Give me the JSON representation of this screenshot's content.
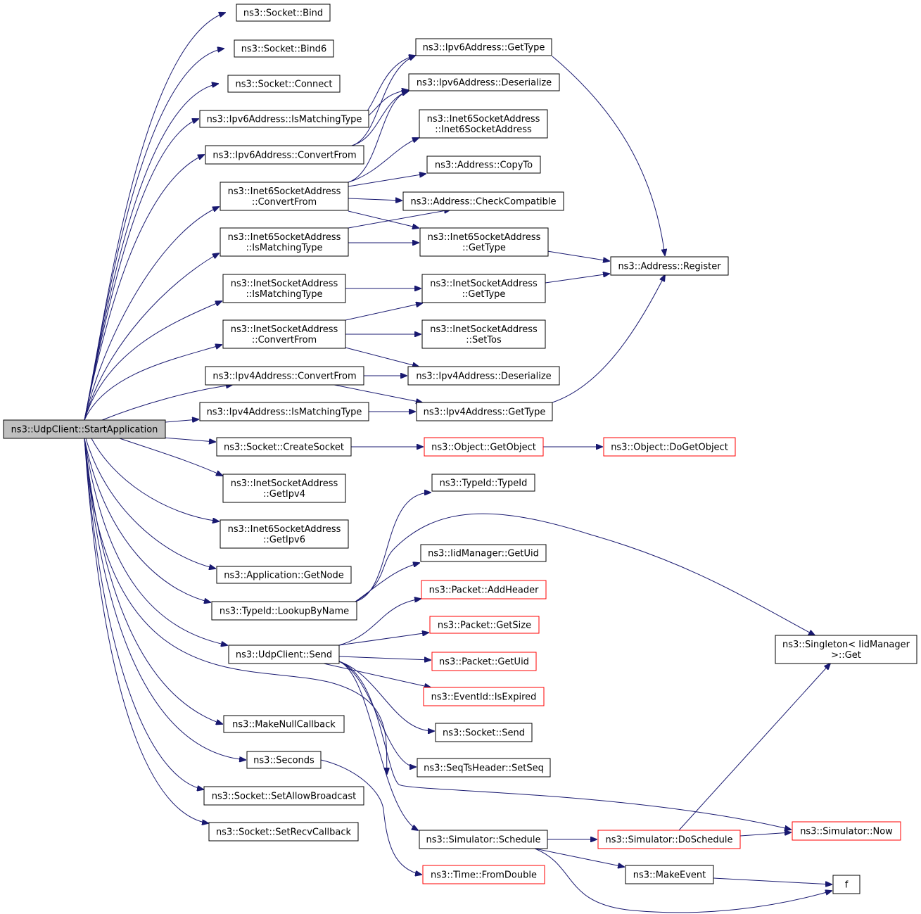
{
  "graph": {
    "edge_color": "#191970",
    "root_fill": "#bfbfbf",
    "incomplete_border_color": "#ff0000",
    "nodes": [
      {
        "id": "start",
        "lines": [
          "ns3::UdpClient::StartApplication"
        ],
        "root": true
      },
      {
        "id": "bind",
        "lines": [
          "ns3::Socket::Bind"
        ]
      },
      {
        "id": "bind6",
        "lines": [
          "ns3::Socket::Bind6"
        ]
      },
      {
        "id": "connect",
        "lines": [
          "ns3::Socket::Connect"
        ]
      },
      {
        "id": "ipv6match",
        "lines": [
          "ns3::Ipv6Address::IsMatchingType"
        ]
      },
      {
        "id": "ipv6conv",
        "lines": [
          "ns3::Ipv6Address::ConvertFrom"
        ]
      },
      {
        "id": "i6sconv",
        "lines": [
          "ns3::Inet6SocketAddress",
          "::ConvertFrom"
        ]
      },
      {
        "id": "i6smatch",
        "lines": [
          "ns3::Inet6SocketAddress",
          "::IsMatchingType"
        ]
      },
      {
        "id": "isamatch",
        "lines": [
          "ns3::InetSocketAddress",
          "::IsMatchingType"
        ]
      },
      {
        "id": "isaconv",
        "lines": [
          "ns3::InetSocketAddress",
          "::ConvertFrom"
        ]
      },
      {
        "id": "ipv4conv",
        "lines": [
          "ns3::Ipv4Address::ConvertFrom"
        ]
      },
      {
        "id": "ipv4match",
        "lines": [
          "ns3::Ipv4Address::IsMatchingType"
        ]
      },
      {
        "id": "createsock",
        "lines": [
          "ns3::Socket::CreateSocket"
        ]
      },
      {
        "id": "isagetipv4",
        "lines": [
          "ns3::InetSocketAddress",
          "::GetIpv4"
        ]
      },
      {
        "id": "i6sgetipv6",
        "lines": [
          "ns3::Inet6SocketAddress",
          "::GetIpv6"
        ]
      },
      {
        "id": "getnode",
        "lines": [
          "ns3::Application::GetNode"
        ]
      },
      {
        "id": "lookup",
        "lines": [
          "ns3::TypeId::LookupByName"
        ]
      },
      {
        "id": "send",
        "lines": [
          "ns3::UdpClient::Send"
        ]
      },
      {
        "id": "nullcb",
        "lines": [
          "ns3::MakeNullCallback"
        ]
      },
      {
        "id": "seconds",
        "lines": [
          "ns3::Seconds"
        ]
      },
      {
        "id": "allowbc",
        "lines": [
          "ns3::Socket::SetAllowBroadcast"
        ]
      },
      {
        "id": "recvcb",
        "lines": [
          "ns3::Socket::SetRecvCallback"
        ]
      },
      {
        "id": "ipv6gettype",
        "lines": [
          "ns3::Ipv6Address::GetType"
        ]
      },
      {
        "id": "ipv6deser",
        "lines": [
          "ns3::Ipv6Address::Deserialize"
        ]
      },
      {
        "id": "i6sctor",
        "lines": [
          "ns3::Inet6SocketAddress",
          "::Inet6SocketAddress"
        ]
      },
      {
        "id": "copyto",
        "lines": [
          "ns3::Address::CopyTo"
        ]
      },
      {
        "id": "checkcompat",
        "lines": [
          "ns3::Address::CheckCompatible"
        ]
      },
      {
        "id": "i6sgettype",
        "lines": [
          "ns3::Inet6SocketAddress",
          "::GetType"
        ]
      },
      {
        "id": "isagettype",
        "lines": [
          "ns3::InetSocketAddress",
          "::GetType"
        ]
      },
      {
        "id": "isasettos",
        "lines": [
          "ns3::InetSocketAddress",
          "::SetTos"
        ]
      },
      {
        "id": "ipv4deser",
        "lines": [
          "ns3::Ipv4Address::Deserialize"
        ]
      },
      {
        "id": "ipv4gettype",
        "lines": [
          "ns3::Ipv4Address::GetType"
        ]
      },
      {
        "id": "getobject",
        "lines": [
          "ns3::Object::GetObject"
        ],
        "red": true
      },
      {
        "id": "typeidctor",
        "lines": [
          "ns3::TypeId::TypeId"
        ]
      },
      {
        "id": "iidgetuid",
        "lines": [
          "ns3::IidManager::GetUid"
        ]
      },
      {
        "id": "addheader",
        "lines": [
          "ns3::Packet::AddHeader"
        ],
        "red": true
      },
      {
        "id": "getsize",
        "lines": [
          "ns3::Packet::GetSize"
        ],
        "red": true
      },
      {
        "id": "pktgetuid",
        "lines": [
          "ns3::Packet::GetUid"
        ],
        "red": true
      },
      {
        "id": "isexpired",
        "lines": [
          "ns3::EventId::IsExpired"
        ],
        "red": true
      },
      {
        "id": "socksend",
        "lines": [
          "ns3::Socket::Send"
        ]
      },
      {
        "id": "setseq",
        "lines": [
          "ns3::SeqTsHeader::SetSeq"
        ]
      },
      {
        "id": "schedule",
        "lines": [
          "ns3::Simulator::Schedule"
        ]
      },
      {
        "id": "fromdouble",
        "lines": [
          "ns3::Time::FromDouble"
        ],
        "red": true
      },
      {
        "id": "register",
        "lines": [
          "ns3::Address::Register"
        ]
      },
      {
        "id": "dogetobject",
        "lines": [
          "ns3::Object::DoGetObject"
        ],
        "red": true
      },
      {
        "id": "singleton",
        "lines": [
          "ns3::Singleton< IidManager",
          " >::Get"
        ]
      },
      {
        "id": "doschedule",
        "lines": [
          "ns3::Simulator::DoSchedule"
        ],
        "red": true
      },
      {
        "id": "makeevent",
        "lines": [
          "ns3::MakeEvent"
        ]
      },
      {
        "id": "now",
        "lines": [
          "ns3::Simulator::Now"
        ],
        "red": true
      },
      {
        "id": "f",
        "lines": [
          "f"
        ]
      }
    ]
  }
}
